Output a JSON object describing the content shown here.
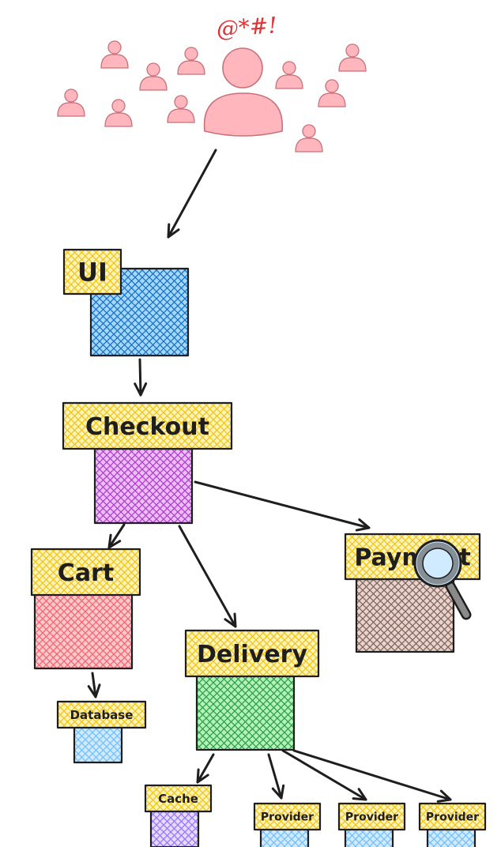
{
  "exclamation": "@*#!",
  "colors": {
    "ink": "#1e1e1e",
    "label_fill": "#fff4b8",
    "label_hatch": "#f0c419",
    "person": "#ffb7bd",
    "person_stroke": "#c9707a",
    "exclamation": "#e03131"
  },
  "nodes": [
    {
      "id": "ui",
      "label": "UI",
      "color": "#1971c2",
      "fill": "#a5d8ff"
    },
    {
      "id": "checkout",
      "label": "Checkout",
      "color": "#ae3ec9",
      "fill": "#eebefa"
    },
    {
      "id": "cart",
      "label": "Cart",
      "color": "#f06573",
      "fill": "#ffc9c9"
    },
    {
      "id": "database",
      "label": "Database",
      "color": "#74c0fc",
      "fill": "#d0ebff"
    },
    {
      "id": "delivery",
      "label": "Delivery",
      "color": "#2f9e44",
      "fill": "#b2f2bb"
    },
    {
      "id": "payment",
      "label": "Payment",
      "color": "#846358",
      "fill": "#e6d5cf"
    },
    {
      "id": "cache",
      "label": "Cache",
      "color": "#9775fa",
      "fill": "#e5dbff"
    },
    {
      "id": "provider1",
      "label": "Provider",
      "color": "#74c0fc",
      "fill": "#d0ebff"
    },
    {
      "id": "provider2",
      "label": "Provider",
      "color": "#74c0fc",
      "fill": "#d0ebff"
    },
    {
      "id": "provider3",
      "label": "Provider",
      "color": "#74c0fc",
      "fill": "#d0ebff"
    }
  ],
  "edges": [
    {
      "from": "users",
      "to": "ui"
    },
    {
      "from": "ui",
      "to": "checkout"
    },
    {
      "from": "checkout",
      "to": "cart"
    },
    {
      "from": "checkout",
      "to": "delivery"
    },
    {
      "from": "checkout",
      "to": "payment"
    },
    {
      "from": "cart",
      "to": "database"
    },
    {
      "from": "delivery",
      "to": "cache"
    },
    {
      "from": "delivery",
      "to": "provider1"
    },
    {
      "from": "delivery",
      "to": "provider2"
    },
    {
      "from": "delivery",
      "to": "provider3"
    }
  ],
  "icons": [
    "user-crowd-icon",
    "angry-user-icon",
    "magnifier-icon"
  ]
}
